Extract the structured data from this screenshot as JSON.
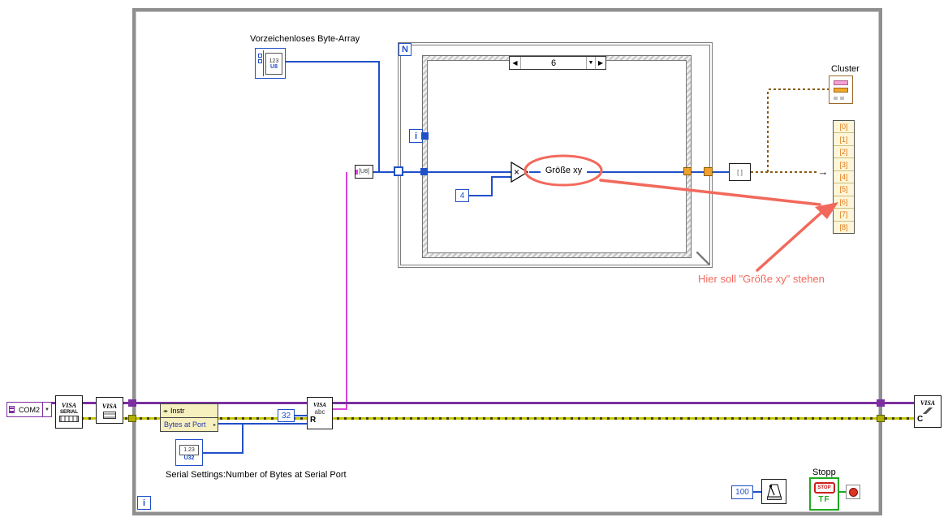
{
  "labels": {
    "byte_array": "Vorzeichenloses Byte-Array",
    "cluster": "Cluster",
    "serial_settings": "Serial Settings:Number of Bytes at Serial Port",
    "stopp": "Stopp",
    "wire_label": "Größe xy"
  },
  "annotation": {
    "note": "Hier soll \"Größe xy\" stehen",
    "color": "#f2695c"
  },
  "case_selector": {
    "prev": "◀",
    "value": "6",
    "dropdown": "▼",
    "next": "▶"
  },
  "terminals": {
    "count": "N",
    "iteration": "i",
    "while_iteration": "i",
    "stop_label": "STOP",
    "stop_tf": "TF"
  },
  "constants": {
    "multiplier": "4",
    "read_count": "32",
    "wait_ms": "100",
    "port": "COM2"
  },
  "cluster_elements": [
    "[0]",
    "[1]",
    "[2]",
    "[3]",
    "[4]",
    "[5]",
    "[6]",
    "[7]",
    "[8]"
  ],
  "property_node": {
    "class": "Instr",
    "property": "Bytes at Port",
    "ref_glyph": "◂▸",
    "out_glyph": "▸"
  },
  "icons": {
    "visa_word": "VISA",
    "visa_serial_sub": "SERIAL",
    "visa_read_mid": "abc",
    "visa_read_letter": "R",
    "visa_close_letter": "C",
    "string_to_byte_array": "[U8]",
    "array_to_cluster": "[ ]",
    "multiply": "×",
    "flow_arrow": "→",
    "array_element_value": "123",
    "array_element_type": "U8",
    "indicator_value": "1.23",
    "indicator_type": "U32",
    "com_dropdown": "▼"
  },
  "colors": {
    "wire_numeric": "#2050c8",
    "wire_string": "#dd44dd",
    "wire_visa": "#7b2fa0",
    "wire_error": "#9a9a00",
    "wire_cluster": "#8a5a12",
    "wire_boolean": "#1faa1f",
    "annotation": "#f2695c",
    "element_index": "#e07818"
  }
}
